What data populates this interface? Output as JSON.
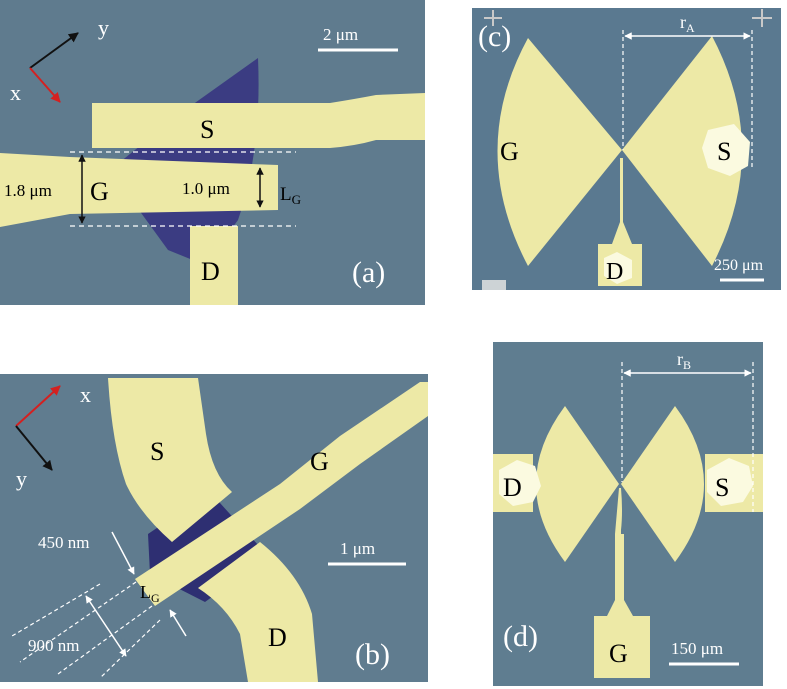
{
  "panels": {
    "a": {
      "label": "(a)",
      "scale": "2 μm",
      "axis_x": "x",
      "axis_y": "y",
      "source": "S",
      "gate": "G",
      "drain": "D",
      "width_big": "1.8 μm",
      "width_small": "1.0 μm",
      "gate_length": "L",
      "gate_length_sub": "G"
    },
    "b": {
      "label": "(b)",
      "scale": "1 μm",
      "axis_x": "x",
      "axis_y": "y",
      "source": "S",
      "gate": "G",
      "drain": "D",
      "dim_450": "450 nm",
      "dim_900": "900 nm",
      "gate_length": "L",
      "gate_length_sub": "G"
    },
    "c": {
      "label": "(c)",
      "scale": "250 μm",
      "radius": "r",
      "radius_sub": "A",
      "gate": "G",
      "source": "S",
      "drain": "D"
    },
    "d": {
      "label": "(d)",
      "scale": "150 μm",
      "radius": "r",
      "radius_sub": "B",
      "drain": "D",
      "source": "S",
      "gate": "G"
    }
  },
  "colors": {
    "substrate": "#5d7a8d",
    "metal": "#ece9a6",
    "channel": "#3a3a7e",
    "axis_red": "#d42020",
    "axis_black": "#111111"
  }
}
